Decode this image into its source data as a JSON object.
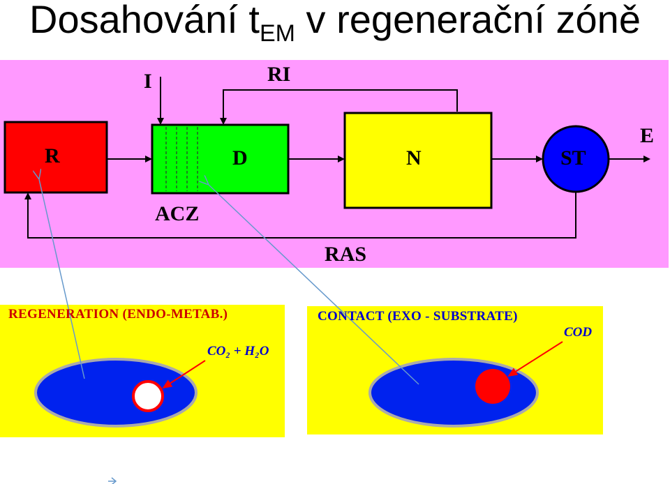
{
  "title": {
    "main": "Dosahování t",
    "subscript": "EM",
    "rest": " v regenerační zóně"
  },
  "diagram": {
    "input_label": "I",
    "recycle_label": "RI",
    "effluent_label": "E",
    "ras_label": "RAS",
    "acz_label": "ACZ",
    "blocks": {
      "r": "R",
      "d": "D",
      "n": "N",
      "st": "ST"
    }
  },
  "regeneration": {
    "heading": "REGENERATION (ENDO-METAB.)",
    "products": "CO₂ + H₂O"
  },
  "contact": {
    "heading": "CONTACT (EXO - SUBSTRATE)",
    "substrate": "COD"
  },
  "colors": {
    "background": "#ff99ff",
    "r_block": "#ff0000",
    "d_block": "#00ff00",
    "n_block": "#ffff00",
    "st_block": "#0000ff",
    "panel": "#ffff00",
    "floc": "#0022ee",
    "connector": "#6699cc"
  }
}
